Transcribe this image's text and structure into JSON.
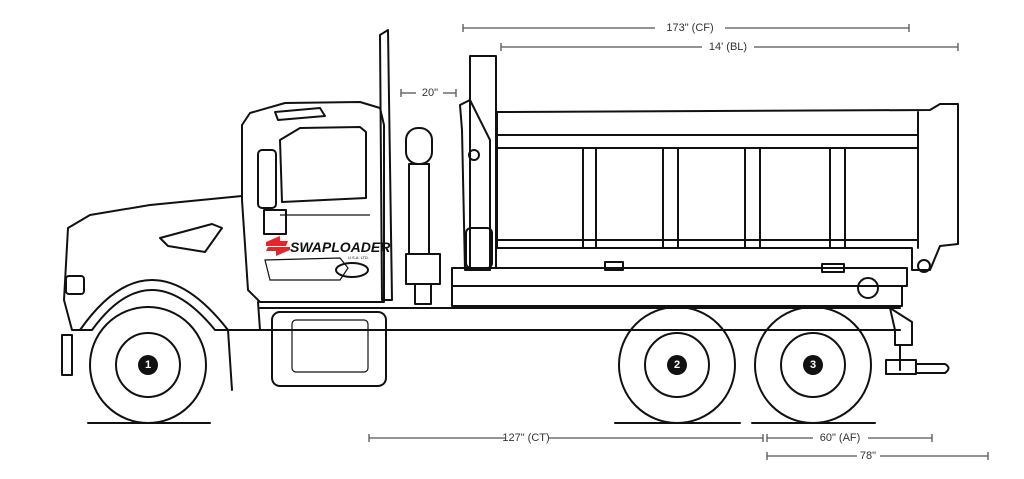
{
  "dimensions": {
    "cf": "173\" (CF)",
    "bl": "14' (BL)",
    "stack": "20\"",
    "ct": "127\" (CT)",
    "af": "60\" (AF)",
    "overall_rear": "78\""
  },
  "axles": [
    {
      "label": "1"
    },
    {
      "label": "2"
    },
    {
      "label": "3"
    }
  ],
  "logo": {
    "name": "SWAPLOADER",
    "sub": "U.S.A. LTD.",
    "accent": "#e3262b"
  },
  "colors": {
    "line": "#111111",
    "dimension": "#555555"
  }
}
